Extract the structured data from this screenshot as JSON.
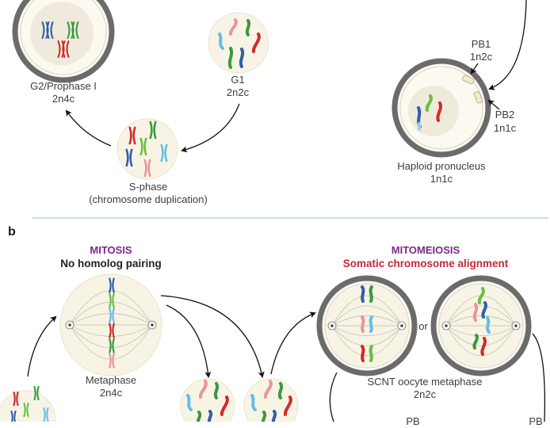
{
  "panel_a": {
    "cells": [
      {
        "id": "g2",
        "label": "G2/Prophase I",
        "ploidy": "2n4c"
      },
      {
        "id": "g1",
        "label": "G1",
        "ploidy": "2n2c"
      },
      {
        "id": "s",
        "label": "S-phase",
        "sublabel": "(chromosome duplication)"
      },
      {
        "id": "haploid",
        "label": "Haploid pronucleus",
        "ploidy": "1n1c"
      }
    ],
    "polar_bodies": [
      {
        "label": "PB1",
        "ploidy": "1n2c"
      },
      {
        "label": "PB2",
        "ploidy": "1n1c"
      }
    ]
  },
  "panel_b": {
    "letter": "b",
    "mitosis": {
      "title": "MITOSIS",
      "subtitle": "No homolog pairing",
      "cell_label": "Metaphase",
      "cell_ploidy": "2n4c"
    },
    "mitomeiosis": {
      "title": "MITOMEIOSIS",
      "subtitle": "Somatic chromosome alignment",
      "or_label": "or",
      "cell_label": "SCNT oocyte metaphase",
      "cell_ploidy": "2n2c",
      "pb_labels": [
        "PB",
        "PB"
      ]
    }
  },
  "colors": {
    "cytoplasm": "#f7f4e6",
    "nucleus": "#efeadb",
    "zona": "#6b6b6b",
    "purple": "#7a2a86",
    "red_title": "#c4283a",
    "divider": "#b9d3e0",
    "chr_blue": "#2f5fad",
    "chr_green": "#3a9a3e",
    "chr_red": "#d12a2a",
    "chr_pink": "#e9959a",
    "chr_cyan": "#66bde3",
    "chr_lgreen": "#6cbf3f"
  }
}
